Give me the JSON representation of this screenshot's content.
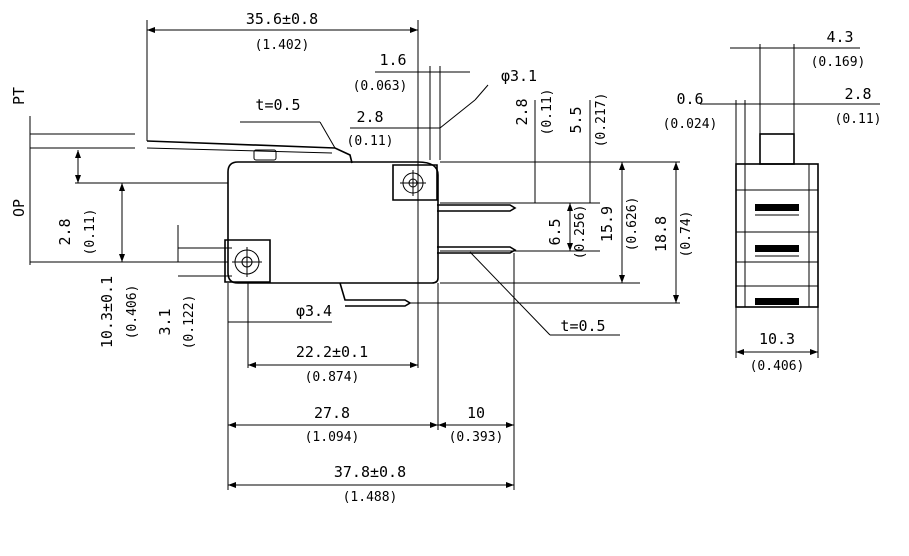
{
  "drawing": {
    "front_view": {
      "dims": {
        "overall_length": "35.6±0.8",
        "overall_length_in": "(1.402)",
        "lever_gap": "1.6",
        "lever_gap_in": "(0.063)",
        "pivot_hole": "φ3.1",
        "lever_thickness": "t=0.5",
        "lever_to_hole": "2.8",
        "lever_to_hole_in": "(0.11)",
        "hole_offset_v": "2.8",
        "hole_offset_v_in": "(0.11)",
        "top_to_hole": "5.5",
        "top_to_hole_in": "(0.217)",
        "pt_label": "PT",
        "op_label": "OP",
        "op_offset": "2.8",
        "op_offset_in": "(0.11)",
        "terminal_pitch": "6.5",
        "terminal_pitch_in": "(0.256)",
        "body_height_inner": "15.9",
        "body_height_inner_in": "(0.626)",
        "body_height": "18.8",
        "body_height_in": "(0.74)",
        "terminal_thickness": "t=0.5",
        "mount_height": "10.3±0.1",
        "mount_height_in": "(0.406)",
        "mount_hole_dia": "3.1",
        "mount_hole_dia_in": "(0.122)",
        "mount_hole": "φ3.4",
        "hole_spacing": "22.2±0.1",
        "hole_spacing_in": "(0.874)",
        "body_length": "27.8",
        "body_length_in": "(1.094)",
        "terminal_length": "10",
        "terminal_length_in": "(0.393)",
        "total_length": "37.8±0.8",
        "total_length_in": "(1.488)"
      }
    },
    "side_view": {
      "dims": {
        "top_width": "4.3",
        "top_width_in": "(0.169)",
        "gap": "0.6",
        "gap_in": "(0.024)",
        "actuator_width": "2.8",
        "actuator_width_in": "(0.11)",
        "body_width": "10.3",
        "body_width_in": "(0.406)"
      }
    }
  }
}
